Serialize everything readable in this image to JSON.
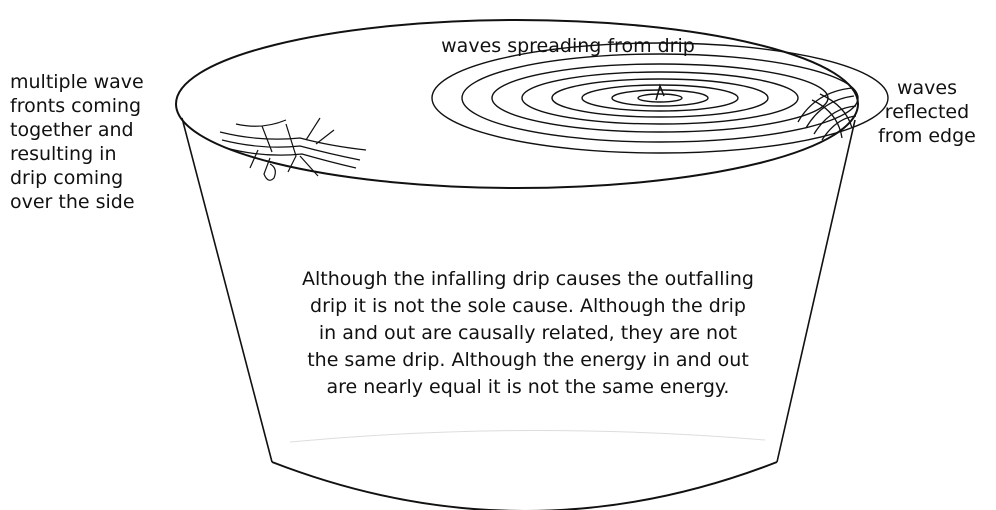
{
  "diagram": {
    "label_top": "waves spreading from drip",
    "label_left": [
      "multiple wave",
      "fronts coming",
      "together and",
      "resulting in",
      "drip coming",
      "over the side"
    ],
    "label_right": [
      "waves",
      "reflected",
      "from edge"
    ],
    "body_text": [
      "Although the infalling drip causes the outfalling",
      "drip it is not the sole cause. Although the drip",
      "in and out are causally related, they are not",
      "the same drip. Although the energy in and out",
      "are nearly equal it is not the same energy."
    ]
  }
}
